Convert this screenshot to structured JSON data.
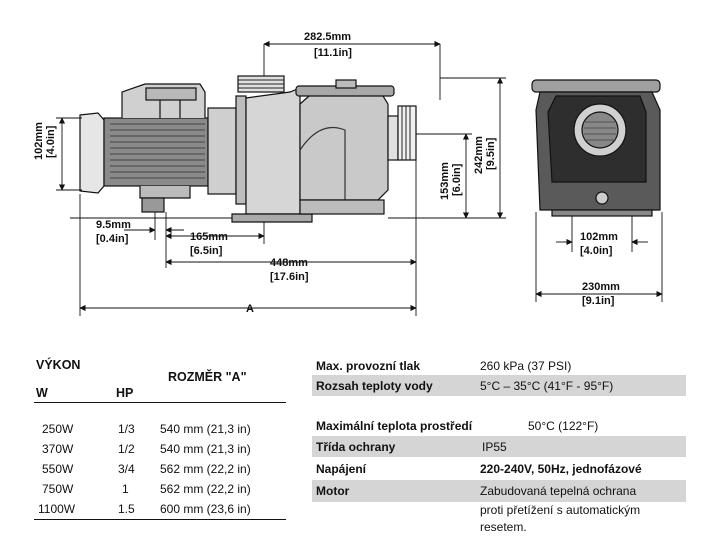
{
  "dimensions": {
    "d_282": "282.5mm",
    "d_282_in": "[11.1in]",
    "d_102_left": "102mm",
    "d_102_left_in": "[4.0in]",
    "d_153": "153mm",
    "d_153_in": "[6.0in]",
    "d_242": "242mm",
    "d_242_in": "[9.5in]",
    "d_9_5": "9.5mm",
    "d_9_5_in": "[0.4in]",
    "d_165": "165mm",
    "d_165_in": "[6.5in]",
    "d_448": "448mm",
    "d_448_in": "[17.6in]",
    "d_a": "A",
    "d_102_bottom": "102mm",
    "d_102_bottom_in": "[4.0in]",
    "d_230": "230mm",
    "d_230_in": "[9.1in]"
  },
  "performance": {
    "header_vykon": "VÝKON",
    "header_w": "W",
    "header_hp": "HP",
    "header_rozmer": "ROZMĚR \"A\"",
    "rows": [
      {
        "w": "250W",
        "hp": "1/3",
        "a": "540 mm (21,3 in)"
      },
      {
        "w": "370W",
        "hp": "1/2",
        "a": "540 mm (21,3 in)"
      },
      {
        "w": "550W",
        "hp": "3/4",
        "a": "562 mm (22,2 in)"
      },
      {
        "w": "750W",
        "hp": "1",
        "a": "562 mm (22,2 in)"
      },
      {
        "w": "1100W",
        "hp": "1.5",
        "a": "600 mm (23,6 in)"
      }
    ]
  },
  "specs": {
    "max_pressure_label": "Max. provozní tlak",
    "max_pressure_value": "260 kPa (37 PSI)",
    "temp_range_label": "Rozsah teploty vody",
    "temp_range_value": "5°C – 35°C (41°F - 95°F)",
    "max_temp_label": "Maximální teplota prostředí",
    "max_temp_value": "50°C (122°F)",
    "protection_label": "Třída ochrany",
    "protection_value": "IP55",
    "power_label": "Napájení",
    "power_value": "220-240V, 50Hz, jednofázové",
    "motor_label": "Motor",
    "motor_value_1": "Zabudovaná tepelná ochrana",
    "motor_value_2": "proti přetížení s automatickým",
    "motor_value_3": "resetem."
  }
}
